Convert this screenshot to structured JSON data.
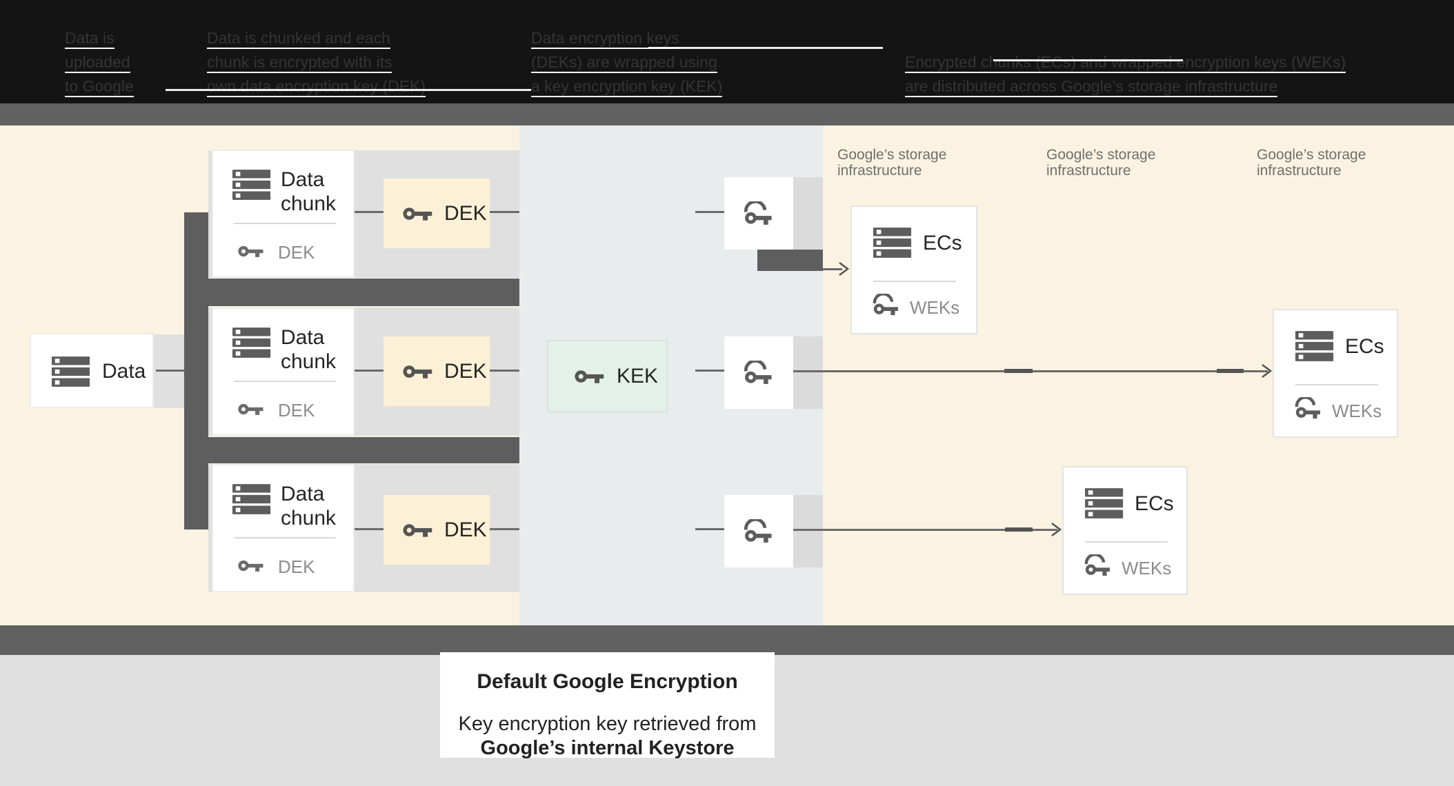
{
  "header": {
    "steps": [
      {
        "lines": [
          "Data is",
          "uploaded",
          "to Google"
        ]
      },
      {
        "lines": [
          "Data is chunked and each",
          "chunk is encrypted with its",
          "own data encryption key (DEK)"
        ]
      },
      {
        "lines": [
          "Data encryption keys",
          "(DEKs) are wrapped using",
          "a key encryption key (KEK)"
        ]
      },
      {
        "lines": [
          "Encrypted chunks (ECs) and wrapped encryption keys (WEKs)",
          "are distributed across Google’s storage infrastructure"
        ]
      }
    ]
  },
  "source": {
    "label": "Data"
  },
  "chunks": [
    {
      "title": "Data chunk",
      "key_label": "DEK"
    },
    {
      "title": "Data chunk",
      "key_label": "DEK"
    },
    {
      "title": "Data chunk",
      "key_label": "DEK"
    }
  ],
  "deks": [
    {
      "label": "DEK"
    },
    {
      "label": "DEK"
    },
    {
      "label": "DEK"
    }
  ],
  "kek": {
    "label": "KEK"
  },
  "storage_labels": [
    {
      "line1": "Google’s storage",
      "line2": "infrastructure"
    },
    {
      "line1": "Google’s storage",
      "line2": "infrastructure"
    },
    {
      "line1": "Google’s storage",
      "line2": "infrastructure"
    }
  ],
  "ecs_boxes": [
    {
      "title": "ECs",
      "key_label": "WEKs"
    },
    {
      "title": "ECs",
      "key_label": "WEKs"
    },
    {
      "title": "ECs",
      "key_label": "WEKs"
    }
  ],
  "caption": {
    "title": "Default Google Encryption",
    "subtitle_line1": "Key encryption key retrieved from",
    "subtitle_line2": "Google’s internal Keystore"
  },
  "colors": {
    "header-bg": "#141414",
    "header-text": "#343434",
    "underline": "#FFFFFF",
    "bar": "#5E5E5E",
    "cream": "#FBF3E1",
    "panel": "#E8ECEC",
    "band": "#E0E0E0",
    "strip": "#DBDBDB",
    "dek": "#FCF1D6",
    "kek": "#E3F1EA",
    "kekborder": "#D9E5DE",
    "ink": "#252525",
    "gray": "#8C8C8C",
    "storage": "#6F6F6F",
    "line": "#6A6A6A",
    "seg": "#545454",
    "icon": "#5D5D5D"
  }
}
